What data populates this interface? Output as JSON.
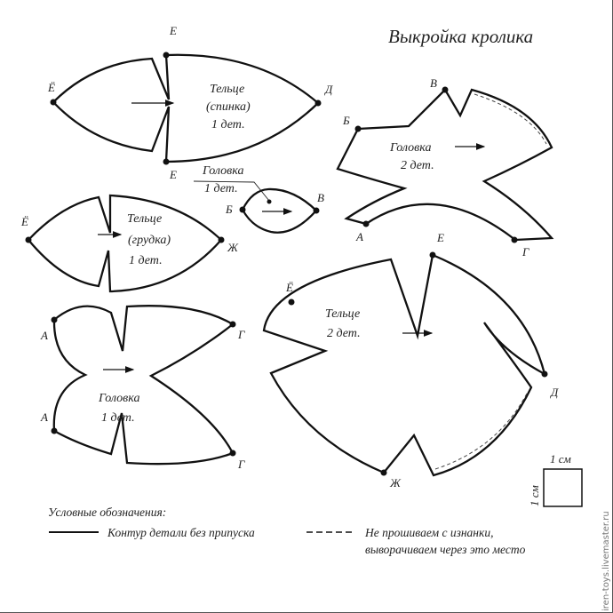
{
  "title": "Выкройка кролика",
  "pieces": {
    "back": {
      "l1": "Тельце",
      "l2": "(спинка)",
      "l3": "1 дет.",
      "points": [
        "Ё",
        "Е",
        "Д",
        "Е"
      ]
    },
    "chest": {
      "l1": "Тельце",
      "l2": "(грудка)",
      "l3": "1 дет.",
      "points": [
        "Ё",
        "Ж"
      ]
    },
    "head_small": {
      "l1": "Головка",
      "l2": "1 дет.",
      "points": [
        "Б",
        "В"
      ]
    },
    "head_side": {
      "l1": "Головка",
      "l2": "2 дет.",
      "points": [
        "Б",
        "В",
        "А",
        "Г"
      ]
    },
    "body_side": {
      "l1": "Тельце",
      "l2": "2 дет.",
      "points": [
        "Ё",
        "Е",
        "Д",
        "Ж"
      ]
    },
    "head_bottom": {
      "l1": "Головка",
      "l2": "1 дет.",
      "points": [
        "А",
        "Г",
        "А",
        "Г"
      ]
    }
  },
  "scale": {
    "w": "1 см",
    "h": "1 см"
  },
  "legend": {
    "title": "Условные обозначения:",
    "solid": "Контур детали без припуска",
    "dashed_1": "Не прошиваем с изнанки,",
    "dashed_2": "выворачиваем через это место"
  },
  "watermark": "iren-toys.livemaster.ru"
}
